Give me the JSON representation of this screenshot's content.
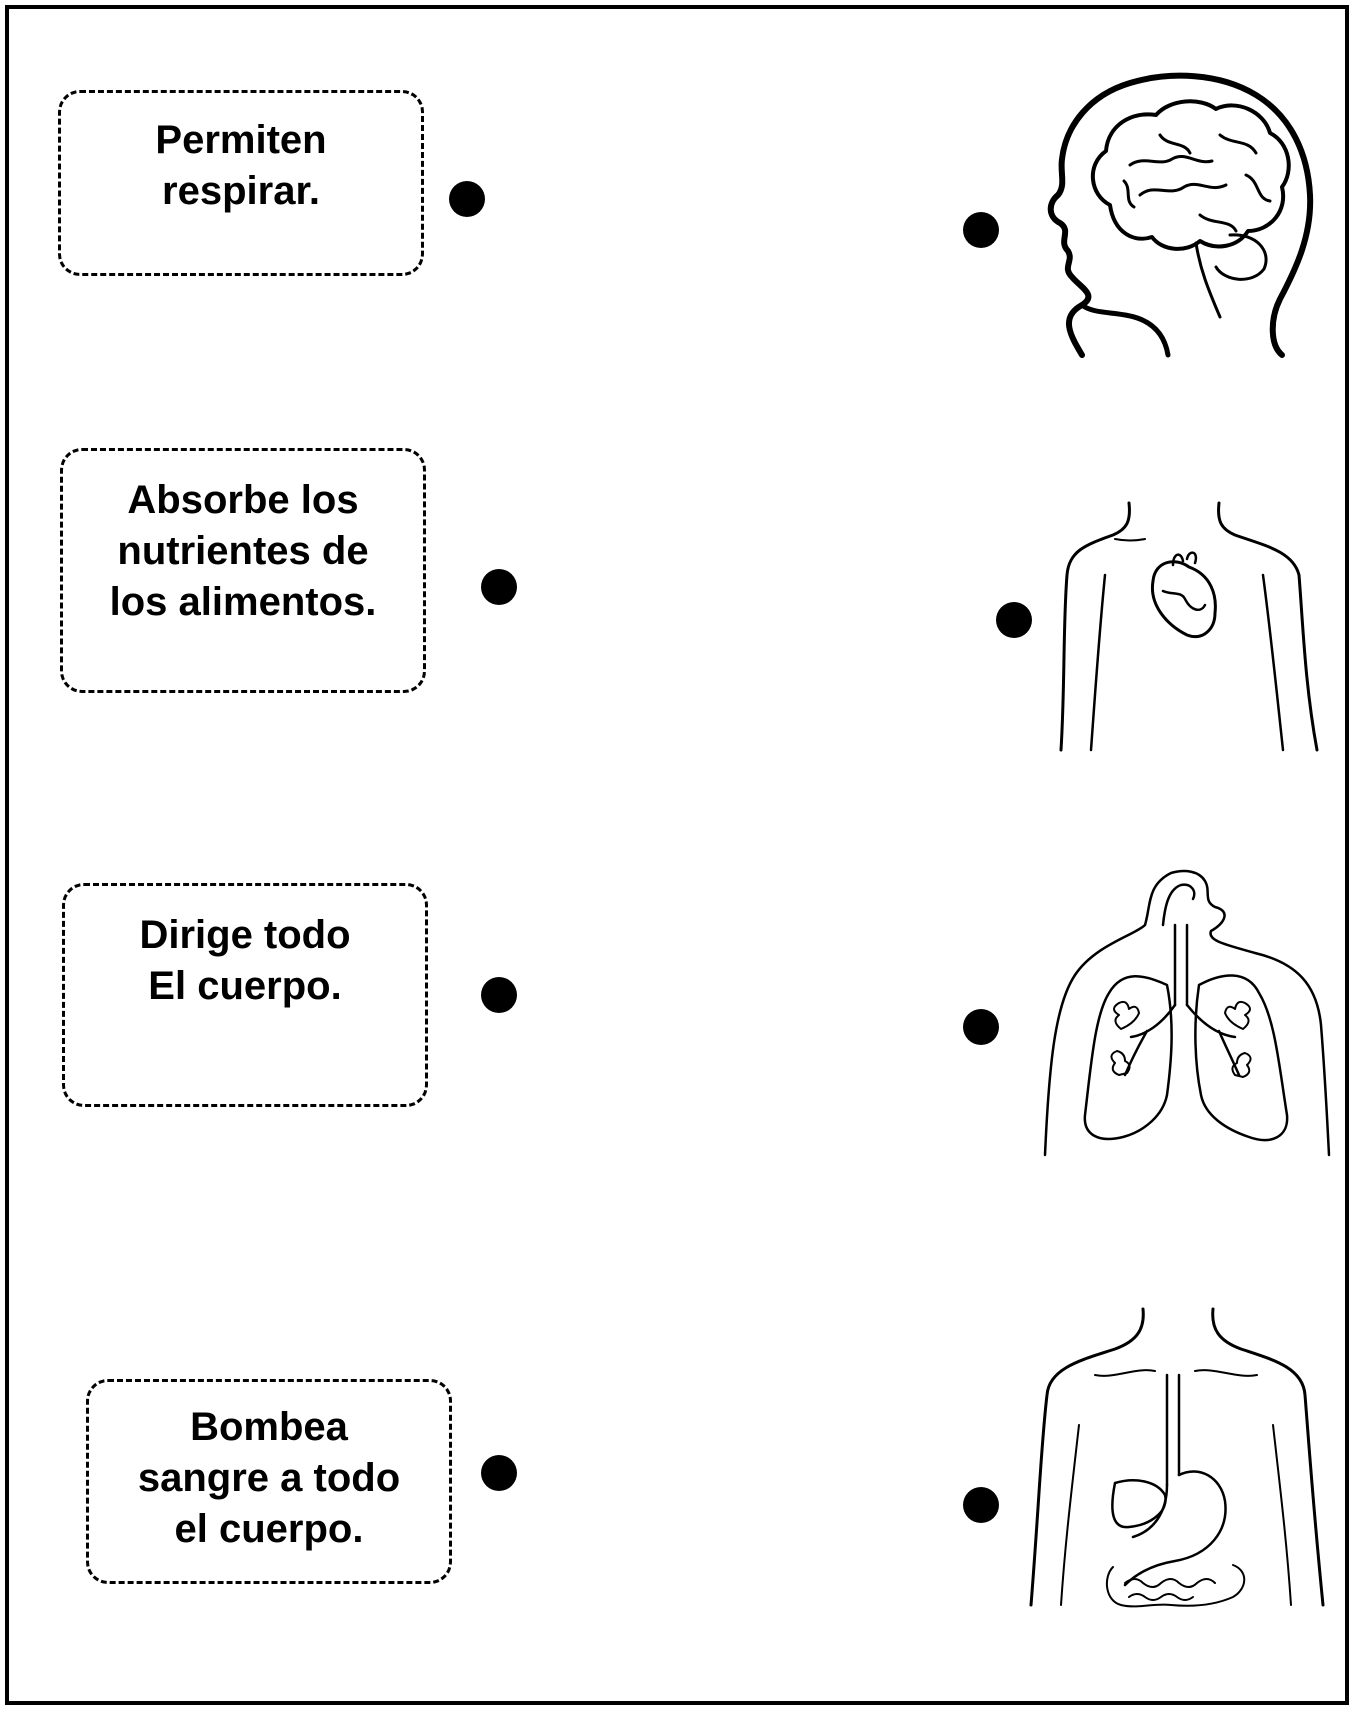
{
  "worksheet": {
    "functions": [
      {
        "text": "Permiten\nrespirar."
      },
      {
        "text": "Absorbe los\nnutrientes de\nlos alimentos."
      },
      {
        "text": "Dirige todo\nEl cuerpo."
      },
      {
        "text": "Bombea\nsangre a todo\nel cuerpo."
      }
    ],
    "organ_pictures": [
      "brain-head-icon",
      "heart-torso-icon",
      "lungs-torso-icon",
      "stomach-intestines-torso-icon"
    ],
    "colors": {
      "ink": "#000000",
      "paper": "#ffffff"
    }
  }
}
